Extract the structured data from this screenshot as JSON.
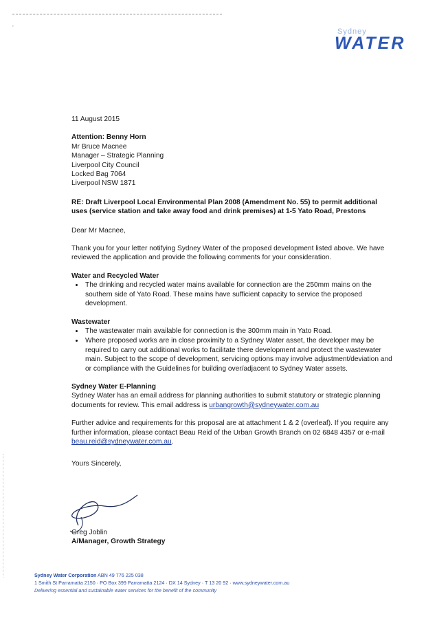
{
  "logo": {
    "small": "Sydney",
    "big": "WATER"
  },
  "date": "11 August 2015",
  "recipient": {
    "attention": "Attention: Benny Horn",
    "lines": [
      "Mr Bruce Macnee",
      "Manager – Strategic Planning",
      "Liverpool City Council",
      "Locked Bag 7064",
      "Liverpool NSW 1871"
    ]
  },
  "re": "RE: Draft Liverpool Local Environmental Plan 2008 (Amendment No. 55) to permit additional uses (service station and take away food and drink premises) at 1-5 Yato Road, Prestons",
  "salutation": "Dear Mr Macnee,",
  "intro": "Thank you for your letter notifying Sydney Water of the proposed development listed above. We have reviewed the application and provide the following comments for your consideration.",
  "sections": {
    "water": {
      "heading": "Water and Recycled Water",
      "bullets": [
        "The drinking and recycled water mains available for connection are the 250mm mains on the southern side of Yato Road. These mains have sufficient capacity to service the proposed development."
      ]
    },
    "wastewater": {
      "heading": "Wastewater",
      "bullets": [
        "The wastewater main available for connection is the 300mm main in Yato Road.",
        "Where proposed works are in close proximity to a Sydney Water asset, the developer may be required to carry out additional works to facilitate there development and protect the wastewater main. Subject to the scope of development, servicing options may involve adjustment/deviation and or compliance with the Guidelines for building over/adjacent to Sydney Water assets."
      ]
    },
    "eplanning": {
      "heading": "Sydney Water E-Planning",
      "text": "Sydney Water has an email address for planning authorities to submit statutory or strategic planning documents for review. This email address is",
      "email": "urbangrowth@sydneywater.com.au"
    }
  },
  "further": {
    "text": "Further advice and requirements for this proposal are at attachment 1 & 2 (overleaf). If you require any further information, please contact Beau Reid of the Urban Growth Branch on 02 6848 4357 or e-mail",
    "email": "beau.reid@sydneywater.com.au",
    "end": "."
  },
  "closing": "Yours Sincerely,",
  "signatory": {
    "name": "Greg Joblin",
    "title": "A/Manager, Growth Strategy"
  },
  "footer": {
    "corp": "Sydney Water Corporation",
    "abn": "ABN 49 776 225 038",
    "address": "1 Smith St Parramatta 2150 · PO Box 399 Parramatta 2124 · DX 14 Sydney · T 13 20 92 · www.sydneywater.com.au",
    "tagline": "Delivering essential and sustainable water services for the benefit of the community"
  }
}
